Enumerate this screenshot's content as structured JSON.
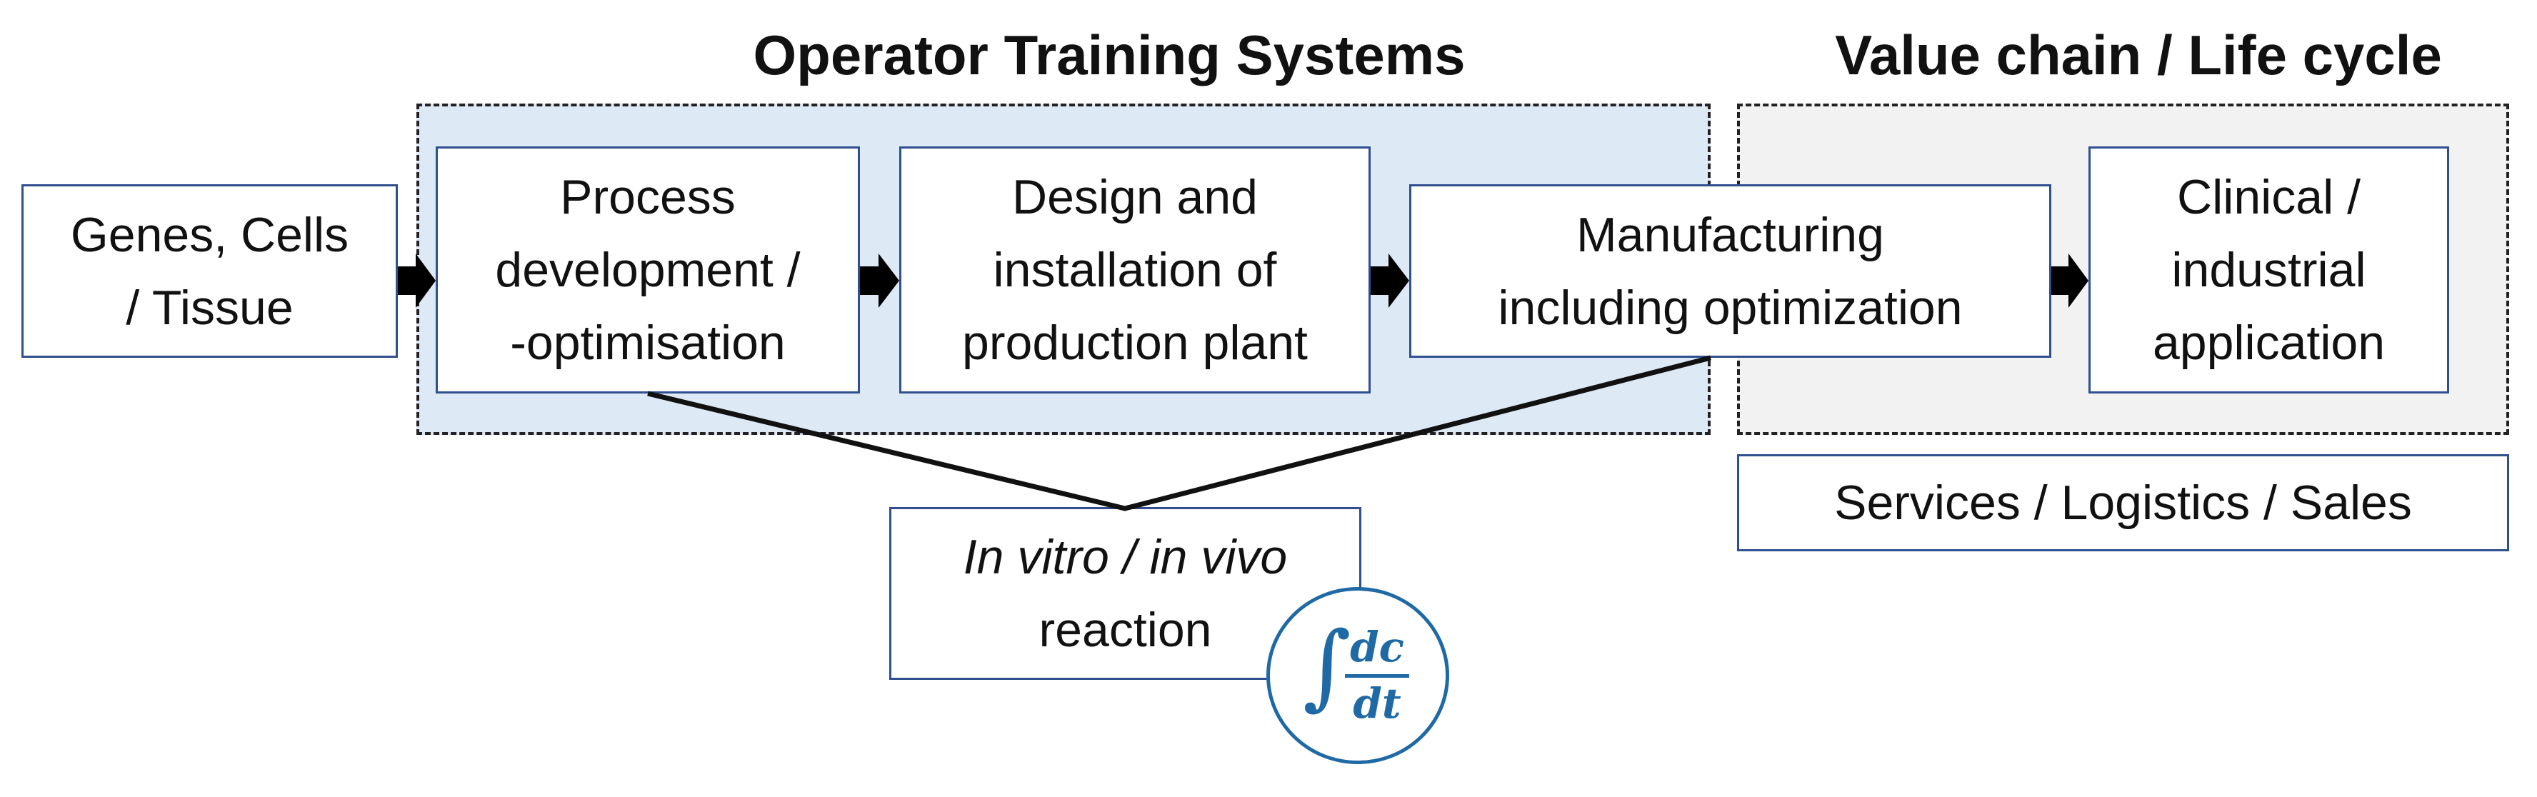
{
  "titles": {
    "operator_training": "Operator Training Systems",
    "value_chain": "Value chain / Life cycle"
  },
  "boxes": {
    "genes": [
      "Genes, Cells",
      "/ Tissue"
    ],
    "process": [
      "Process",
      "development /",
      "-optimisation"
    ],
    "design": [
      "Design and",
      "installation of",
      "production plant"
    ],
    "manufacturing": [
      "Manufacturing",
      "including optimization"
    ],
    "clinical": [
      "Clinical /",
      "industrial",
      "application"
    ],
    "services": "Services / Logistics / Sales",
    "reaction": [
      "In vitro / in vivo",
      "reaction"
    ]
  },
  "badge": {
    "integral": "∫",
    "numerator": "dc",
    "denominator": "dt"
  },
  "colors": {
    "ots_region_fill": "#dee9f6",
    "value_chain_region_fill": "#f2f2f2",
    "box_border": "#2f4f8f",
    "badge_accent": "#1f6aa5"
  }
}
